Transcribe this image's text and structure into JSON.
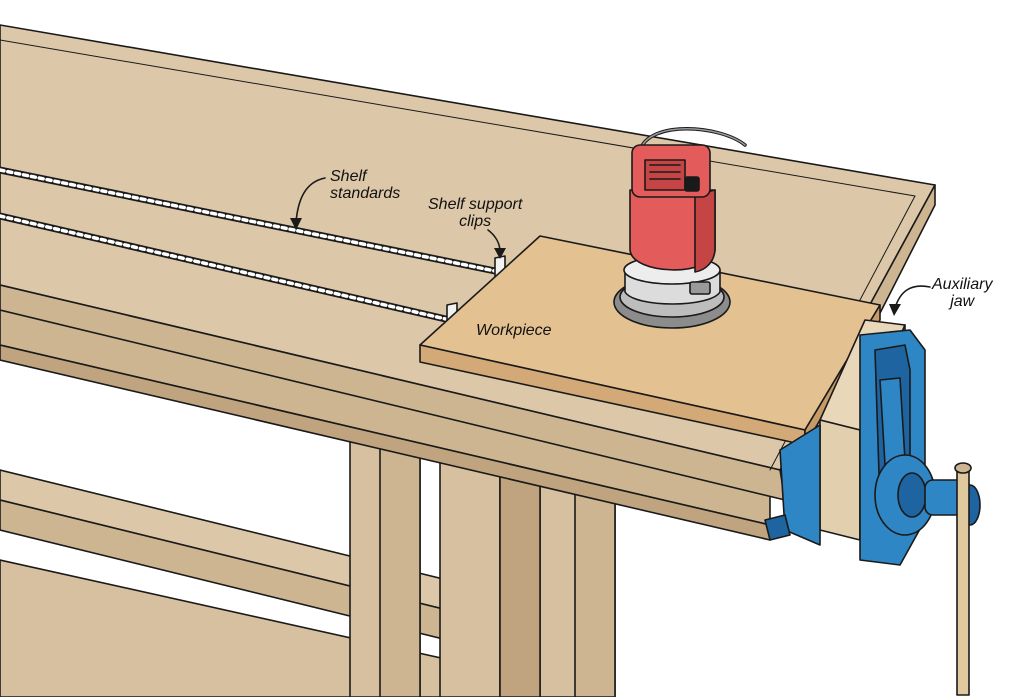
{
  "labels": {
    "shelf_standards": [
      "Shelf",
      "standards"
    ],
    "shelf_support_clips": [
      "Shelf support",
      "clips"
    ],
    "workpiece": "Workpiece",
    "auxiliary_jaw": [
      "Auxiliary",
      "jaw"
    ]
  },
  "colors": {
    "wood": "#dcc7a8",
    "wood_dark": "#cdb592",
    "wood_shadow": "#bfa47f",
    "workpiece": "#e4c190",
    "sander_red": "#e35b5b",
    "sander_red_dark": "#c54444",
    "vise_blue": "#2f86c4",
    "vise_blue_dark": "#1e64a0",
    "outline": "#1a1a1a"
  },
  "icons": [
    "orbital-sander",
    "bench-vise",
    "workbench"
  ]
}
